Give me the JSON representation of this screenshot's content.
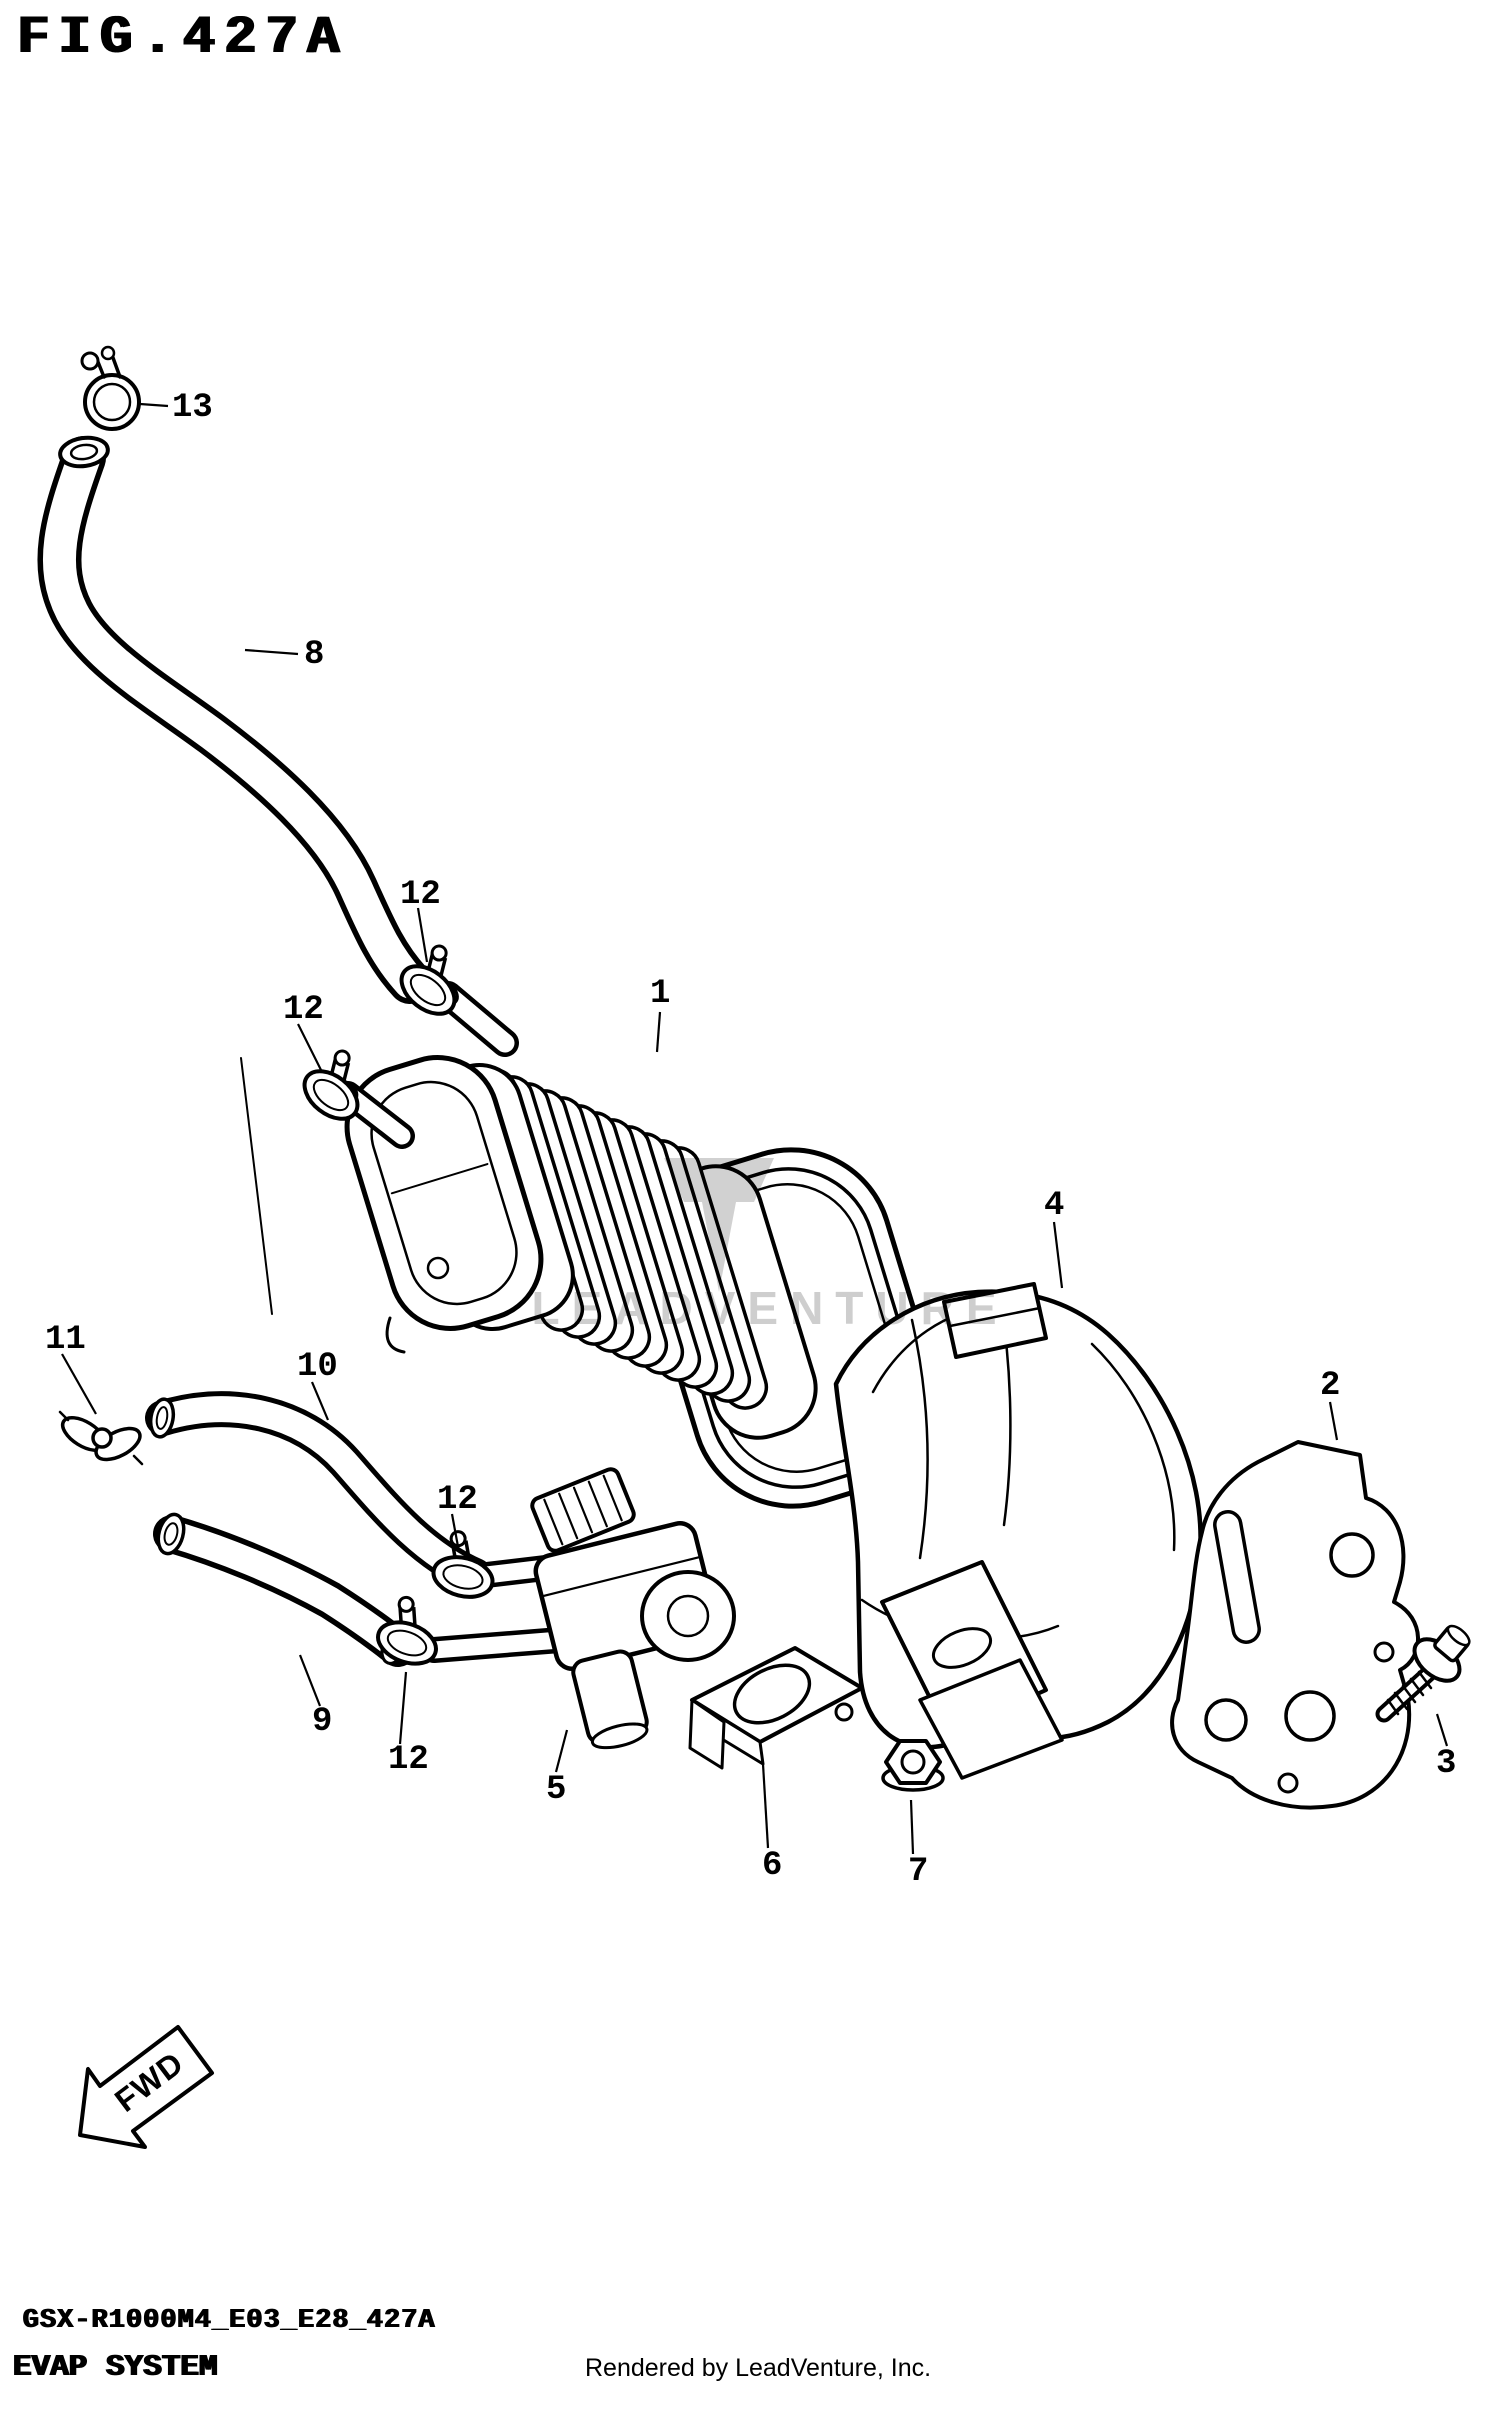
{
  "figure": {
    "title": "FIG.427A"
  },
  "diagram": {
    "fwd_label": "FWD",
    "callouts": [
      {
        "ref": "13"
      },
      {
        "ref": "8"
      },
      {
        "ref": "12"
      },
      {
        "ref": "12"
      },
      {
        "ref": "1"
      },
      {
        "ref": "4"
      },
      {
        "ref": "2"
      },
      {
        "ref": "3"
      },
      {
        "ref": "11"
      },
      {
        "ref": "10"
      },
      {
        "ref": "12"
      },
      {
        "ref": "9"
      },
      {
        "ref": "12"
      },
      {
        "ref": "5"
      },
      {
        "ref": "6"
      },
      {
        "ref": "7"
      }
    ]
  },
  "watermark": {
    "text": "LEADVENTURE"
  },
  "footer": {
    "code": "GSX-R1000M4_E03_E28_427A",
    "system": "EVAP SYSTEM",
    "rendered_by": "Rendered by LeadVenture, Inc."
  }
}
